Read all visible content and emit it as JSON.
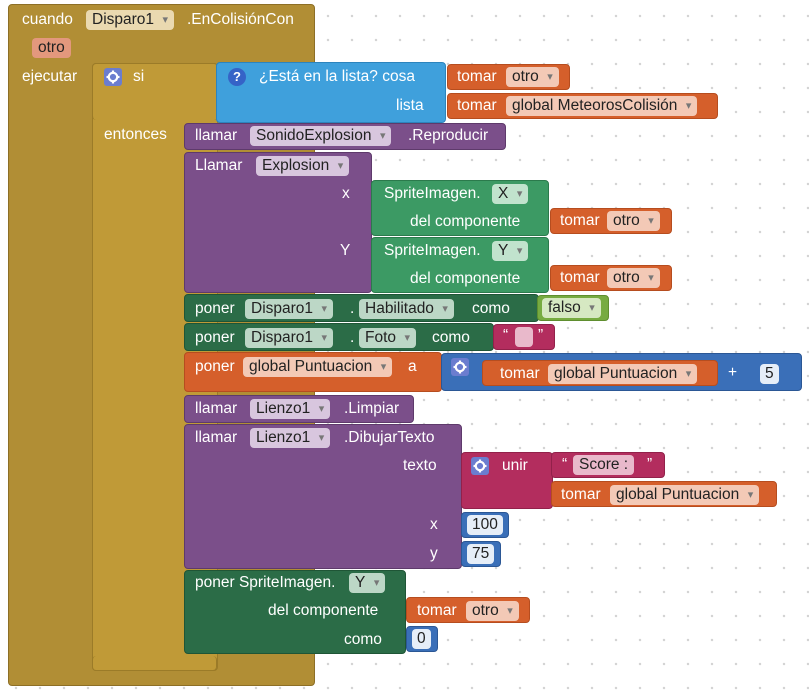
{
  "event": {
    "kw_cuando": "cuando",
    "component": "Disparo1",
    "event_name": ".EnColisiónCon",
    "param": "otro",
    "kw_ejecutar": "ejecutar"
  },
  "if_block": {
    "kw_si": "si",
    "kw_entonces": "entonces",
    "condition": {
      "label": "¿Está en la lista? cosa",
      "kw_lista": "lista",
      "cosa_get": {
        "kw": "tomar",
        "var": "otro"
      },
      "lista_get": {
        "kw": "tomar",
        "var": "global MeteorosColisión"
      }
    }
  },
  "statements": {
    "sound": {
      "kw": "llamar",
      "component": "SonidoExplosion",
      "method": ".Reproducir"
    },
    "explosion": {
      "kw": "Llamar",
      "procedure": "Explosion",
      "x_label": "x",
      "y_label": "Y",
      "x_arg": {
        "component": "SpriteImagen.",
        "prop": "X",
        "kw_del": "del componente",
        "get_kw": "tomar",
        "get_var": "otro"
      },
      "y_arg": {
        "component": "SpriteImagen.",
        "prop": "Y",
        "kw_del": "del componente",
        "get_kw": "tomar",
        "get_var": "otro"
      }
    },
    "set_enabled": {
      "kw": "poner",
      "component": "Disparo1",
      "dot": ".",
      "prop": "Habilitado",
      "kw_como": "como",
      "value": "falso"
    },
    "set_picture": {
      "kw": "poner",
      "component": "Disparo1",
      "dot": ".",
      "prop": "Foto",
      "kw_como": "como",
      "q_open": "“",
      "q_close": "”"
    },
    "set_score": {
      "kw": "poner",
      "var": "global Puntuacion",
      "kw_a": "a",
      "get_kw": "tomar",
      "get_var": "global Puntuacion",
      "op": "+",
      "operand": "5"
    },
    "clear": {
      "kw": "llamar",
      "component": "Lienzo1",
      "method": ".Limpiar"
    },
    "draw": {
      "kw": "llamar",
      "component": "Lienzo1",
      "method": ".DibujarTexto",
      "texto_label": "texto",
      "join_label": "unir",
      "q_open": "“",
      "string": "Score :",
      "q_close": "”",
      "get_kw": "tomar",
      "get_var": "global Puntuacion",
      "x_label": "x",
      "x_value": "100",
      "y_label": "y",
      "y_value": "75"
    },
    "set_sprite": {
      "kw": "poner SpriteImagen.",
      "prop": "Y",
      "kw_del": "del componente",
      "get_kw": "tomar",
      "get_var": "otro",
      "kw_como": "como",
      "value": "0"
    }
  },
  "colors": {
    "event": "#b18e35",
    "control": "#c09a37",
    "list": "#3fa0dc",
    "variable": "#d55f2b",
    "procedure": "#7b4f8a",
    "component_method": "#7b4f8a",
    "component_setter": "#2b6c47",
    "component_getter": "#3c9a64",
    "logic": "#77ab41",
    "text": "#b32d5e",
    "math": "#3a6fb8"
  },
  "icons": [
    "gear-icon",
    "help-icon",
    "mutator-gear-icon",
    "plus-mutator-icon",
    "text-mutator-icon"
  ]
}
